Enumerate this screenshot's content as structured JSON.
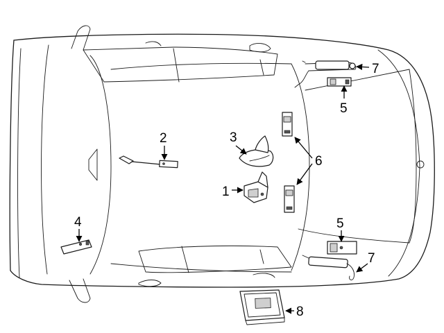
{
  "diagram": {
    "colors": {
      "line": "#1a1a1a",
      "background": "#ffffff"
    },
    "callouts": [
      {
        "id": "1",
        "label": "1"
      },
      {
        "id": "2",
        "label": "2"
      },
      {
        "id": "3",
        "label": "3"
      },
      {
        "id": "4",
        "label": "4"
      },
      {
        "id": "5a",
        "label": "5"
      },
      {
        "id": "5b",
        "label": "5"
      },
      {
        "id": "6",
        "label": "6"
      },
      {
        "id": "7a",
        "label": "7"
      },
      {
        "id": "7b",
        "label": "7"
      },
      {
        "id": "8",
        "label": "8"
      }
    ],
    "parts": [
      {
        "id": "1",
        "icon": "antenna-base-icon"
      },
      {
        "id": "2",
        "icon": "antenna-cable-icon"
      },
      {
        "id": "3",
        "icon": "shark-fin-antenna-icon"
      },
      {
        "id": "4",
        "icon": "amplifier-module-icon"
      },
      {
        "id": "5",
        "icon": "amplifier-module-icon"
      },
      {
        "id": "6",
        "icon": "antenna-module-icon"
      },
      {
        "id": "7",
        "icon": "antenna-cable-harness-icon"
      },
      {
        "id": "8",
        "icon": "control-module-icon"
      }
    ]
  }
}
